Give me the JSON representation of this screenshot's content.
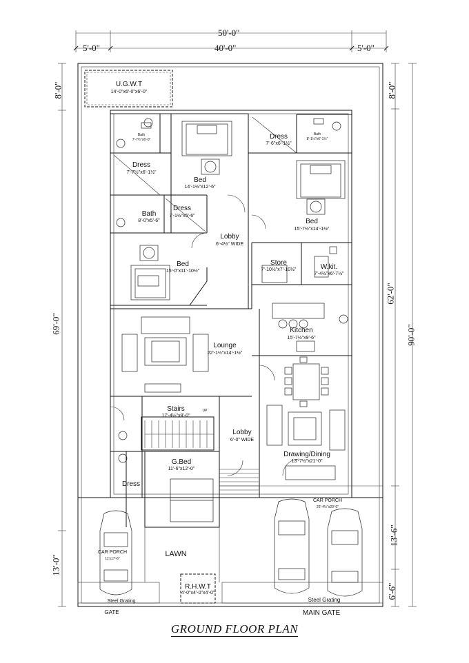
{
  "title": "GROUND FLOOR PLAN",
  "dimensions": {
    "total_width": "50'-0\"",
    "left_setback": "5'-0\"",
    "center_width": "40'-0\"",
    "right_setback": "5'-0\"",
    "left_top": "8'-0\"",
    "left_middle": "69'-0\"",
    "left_bottom": "13'-0\"",
    "right_top": "8'-0\"",
    "right_middle": "62'-0\"",
    "right_total": "90'-0\"",
    "right_porch": "13'-6\"",
    "right_bottom": "6'-6\""
  },
  "rooms": {
    "ugwt": {
      "name": "U.G.W.T",
      "size": "14'-0\"x6'-0\"x6'-0\""
    },
    "bath1": {
      "name": "Bath",
      "size": "7'-7½\"x6'-0\""
    },
    "dress1": {
      "name": "Dress",
      "size": "7'-7½\"x6'-1½\""
    },
    "bed1": {
      "name": "Bed",
      "size": "14'-1½\"x12'-6\""
    },
    "dress2": {
      "name": "Dress",
      "size": "7'-6\"x6'-1½\""
    },
    "bath2": {
      "name": "Bath",
      "size": "8'-1½\"x6'-1½\""
    },
    "bed2": {
      "name": "Bed",
      "size": "15'-7½\"x14'-1½\""
    },
    "bath3": {
      "name": "Bath",
      "size": "8'-0\"x5'-6\""
    },
    "dress3": {
      "name": "Dress",
      "size": "7'-1½\"x5'-6\""
    },
    "lobby1": {
      "name": "Lobby",
      "size": "6'-4½\" WIDE"
    },
    "bed3": {
      "name": "Bed",
      "size": "15'-0\"x11'-10½\""
    },
    "store": {
      "name": "Store",
      "size": "7'-10½\"x7'-10½\""
    },
    "wkit": {
      "name": "W.kit.",
      "size": "7'-4½\"x6'-7½\""
    },
    "kitchen": {
      "name": "Kitchen",
      "size": "15'-7½\"x9'-6\""
    },
    "lounge": {
      "name": "Lounge",
      "size": "22'-1½\"x14'-1½\""
    },
    "stairs": {
      "name": "Stairs",
      "size": "17'-4½\"x8'-0\""
    },
    "lobby2": {
      "name": "Lobby",
      "size": "6'-0\" WIDE"
    },
    "drawing": {
      "name": "Drawing/Dining",
      "size": "13'-7½\"x21'-0\""
    },
    "gbed": {
      "name": "G.Bed",
      "size": "11'-6\"x12'-0\""
    },
    "dress4": {
      "name": "Dress"
    },
    "carporch1": {
      "name": "CAR PORCH",
      "size": "26'-4½\"x20'-0\""
    },
    "carporch2": {
      "name": "CAR PORCH",
      "size": "11'x17'-6\""
    },
    "lawn": {
      "name": "LAWN"
    },
    "rhwt": {
      "name": "R.H.W.T",
      "size": "4'-0\"x4'-0\"x4'-0\""
    },
    "up": {
      "name": "UP"
    }
  },
  "labels": {
    "steel_grating_left": "Steel Grating",
    "steel_grating_right": "Steel Grating",
    "gate": "GATE",
    "main_gate": "MAIN GATE"
  }
}
